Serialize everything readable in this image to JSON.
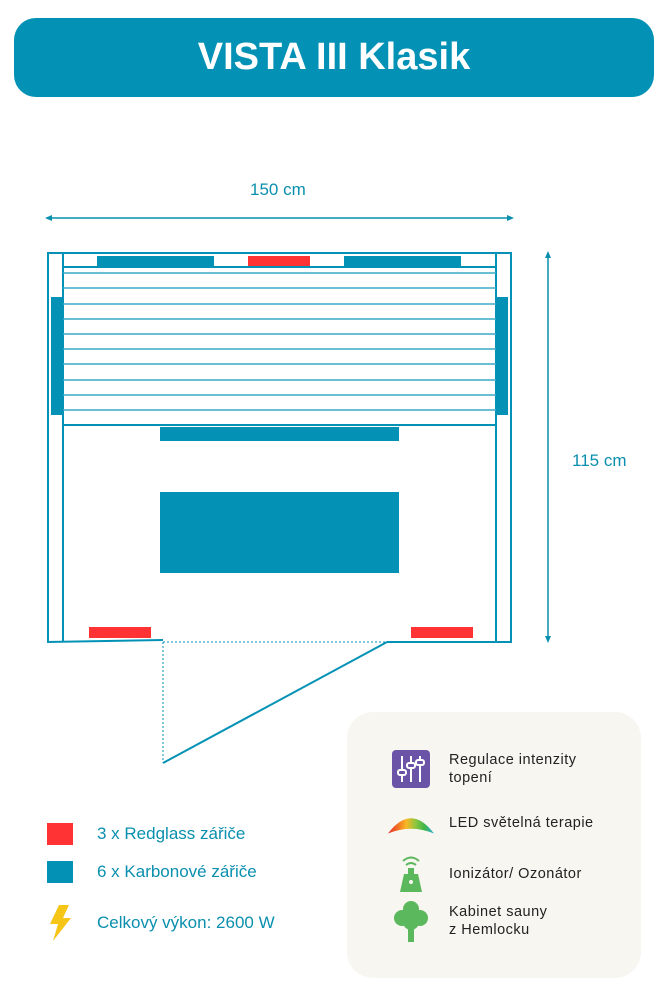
{
  "title": "VISTA III Klasik",
  "dimensions": {
    "width": "150 cm",
    "depth": "115 cm"
  },
  "legend": [
    {
      "label": "3 x Redglass zářiče",
      "color": "#ff3333"
    },
    {
      "label": "6 x Karbonové zářiče",
      "color": "#0392b5"
    },
    {
      "label": "Celkový výkon: 2600 W",
      "icon": "lightning-icon"
    }
  ],
  "features": [
    {
      "line1": "Regulace intenzity",
      "line2": "topení",
      "icon": "sliders-icon"
    },
    {
      "line1": "LED světelná terapie",
      "line2": "",
      "icon": "rainbow-icon"
    },
    {
      "line1": "Ionizátor/ Ozonátor",
      "line2": "",
      "icon": "ionizer-icon"
    },
    {
      "line1": "Kabinet sauny",
      "line2": "z Hemlocku",
      "icon": "tree-icon"
    }
  ]
}
